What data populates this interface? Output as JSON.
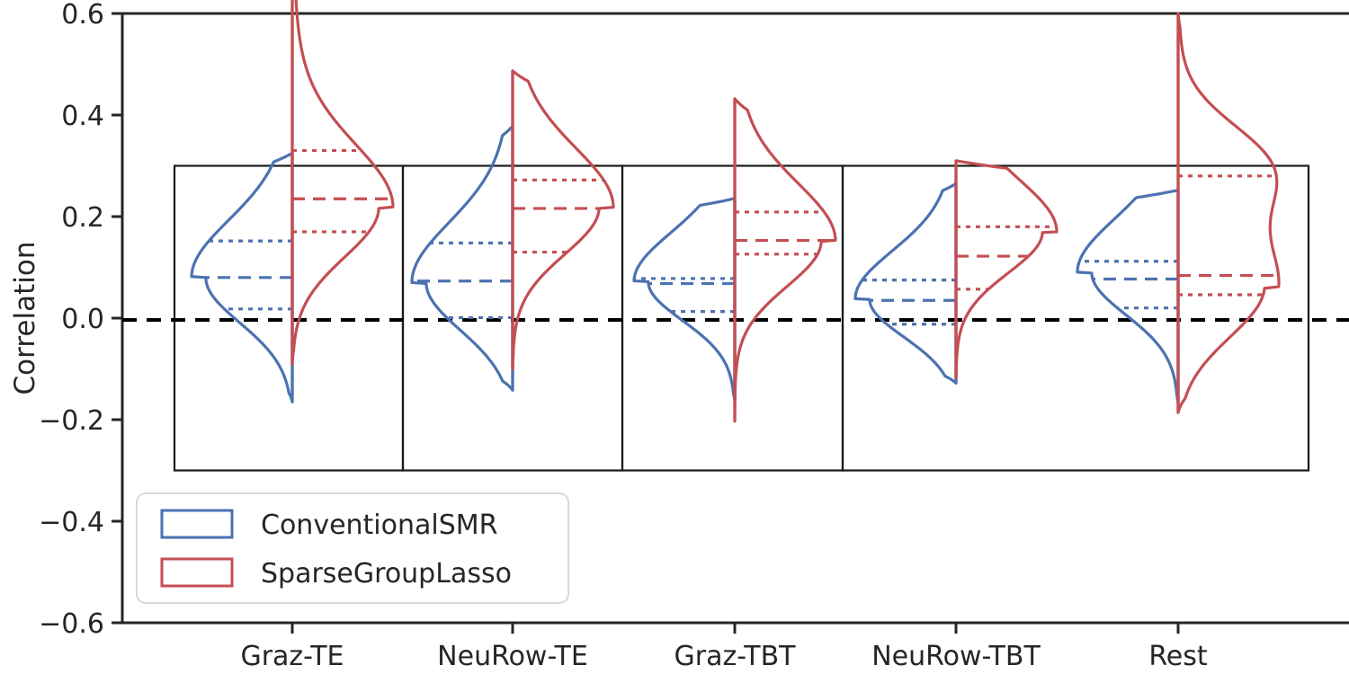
{
  "chart_data": {
    "type": "violin",
    "title": "",
    "xlabel": "",
    "ylabel": "Correlation",
    "ylim": [
      -0.6,
      0.6
    ],
    "yticks": [
      0.6,
      0.4,
      0.2,
      0.0,
      -0.2,
      -0.4,
      -0.6
    ],
    "ytick_labels": [
      "0.6",
      "0.4",
      "0.2",
      "0.0",
      "−0.2",
      "−0.4",
      "−0.6"
    ],
    "categories": [
      "Graz-TE",
      "NeuRow-TE",
      "Graz-TBT",
      "NeuRow-TBT",
      "Rest"
    ],
    "grid": false,
    "legend_position": "lower left",
    "split_violin": true,
    "reference_line": {
      "value": 0.0,
      "style": "dashed",
      "color": "#000000"
    },
    "colors": {
      "ConventionalSMR": "#4c72b0",
      "SparseGroupLasso": "#c44e52"
    },
    "series": [
      {
        "name": "ConventionalSMR",
        "side": "left",
        "color": "#4c72b0",
        "stats": [
          {
            "category": "Graz-TE",
            "min": -0.165,
            "q1": 0.018,
            "median": 0.08,
            "q3": 0.152,
            "max": 0.325,
            "mode": 0.08,
            "spread": 0.105
          },
          {
            "category": "NeuRow-TE",
            "min": -0.142,
            "q1": 0.001,
            "median": 0.073,
            "q3": 0.148,
            "max": 0.378,
            "mode": 0.07,
            "spread": 0.11
          },
          {
            "category": "Graz-TBT",
            "min": -0.163,
            "q1": 0.013,
            "median": 0.068,
            "q3": 0.078,
            "max": 0.236,
            "mode": 0.072,
            "spread": 0.09
          },
          {
            "category": "NeuRow-TBT",
            "min": -0.128,
            "q1": -0.012,
            "median": 0.035,
            "q3": 0.075,
            "max": 0.265,
            "mode": 0.038,
            "spread": 0.088
          },
          {
            "category": "Rest",
            "min": -0.168,
            "q1": 0.02,
            "median": 0.077,
            "q3": 0.112,
            "max": 0.252,
            "mode": 0.09,
            "spread": 0.098
          }
        ]
      },
      {
        "name": "SparseGroupLasso",
        "side": "right",
        "color": "#c44e52",
        "stats": [
          {
            "category": "Graz-TE",
            "min": -0.09,
            "q1": 0.17,
            "median": 0.235,
            "q3": 0.33,
            "max": 0.69,
            "mode": 0.218,
            "spread": 0.115
          },
          {
            "category": "NeuRow-TE",
            "min": -0.1,
            "q1": 0.13,
            "median": 0.216,
            "q3": 0.272,
            "max": 0.487,
            "mode": 0.218,
            "spread": 0.108
          },
          {
            "category": "Graz-TBT",
            "min": -0.203,
            "q1": 0.126,
            "median": 0.153,
            "q3": 0.209,
            "max": 0.432,
            "mode": 0.152,
            "spread": 0.105
          },
          {
            "category": "NeuRow-TBT",
            "min": -0.118,
            "q1": 0.057,
            "median": 0.122,
            "q3": 0.18,
            "max": 0.31,
            "mode": 0.17,
            "spread": 0.095
          },
          {
            "category": "Rest",
            "min": -0.186,
            "q1": 0.046,
            "median": 0.084,
            "q3": 0.28,
            "max": 0.6,
            "mode": 0.06,
            "spread": 0.115
          }
        ]
      }
    ],
    "legend": [
      {
        "label": "ConventionalSMR",
        "color": "#4c72b0"
      },
      {
        "label": "SparseGroupLasso",
        "color": "#c44e52"
      }
    ],
    "boxes": {
      "count": 4,
      "top": 0.3,
      "bottom": -0.3,
      "note": "four adjacent rectangles spanning categories 1-4 region"
    }
  }
}
